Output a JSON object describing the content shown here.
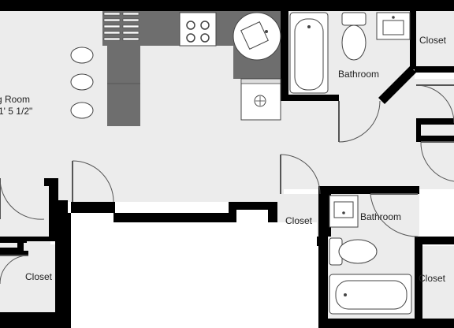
{
  "labels": {
    "living_room": "g Room",
    "living_room_dims": "1' 5 1/2\"",
    "bathroom_top": "Bathroom",
    "bathroom_bottom": "Bathroom",
    "closet_top_right": "Closet",
    "closet_center": "Closet",
    "closet_bottom_left": "Closet",
    "closet_bottom_right": "Closet"
  },
  "colors": {
    "wall": "#000000",
    "floor": "#ececec",
    "counter": "#6e6e6e",
    "fixture_fill": "#ffffff",
    "fixture_line": "#444444"
  }
}
